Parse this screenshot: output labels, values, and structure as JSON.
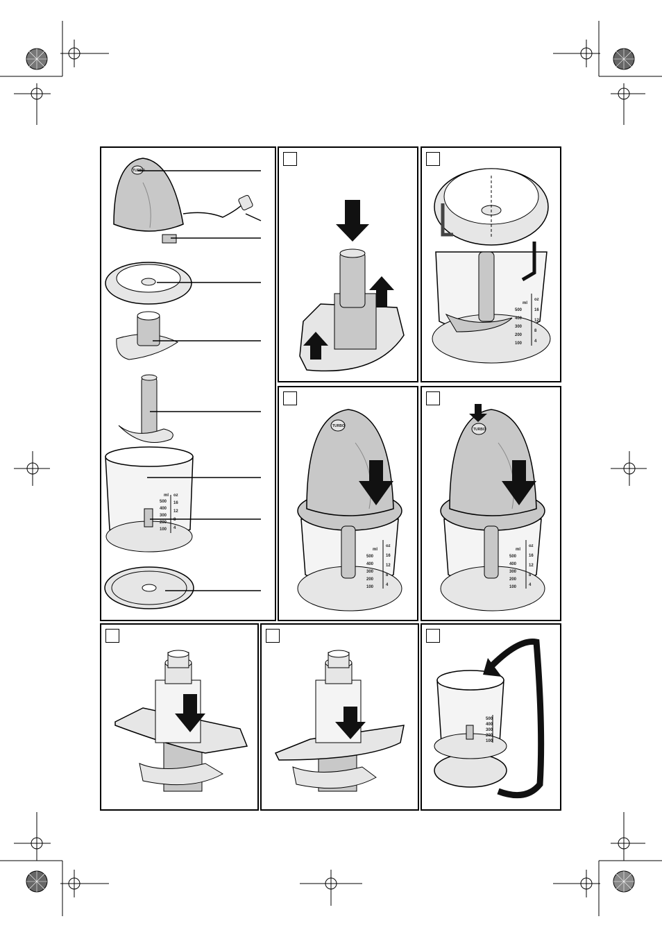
{
  "panels": [
    {
      "id": "parts",
      "label": ""
    },
    {
      "id": "step-1",
      "label": ""
    },
    {
      "id": "step-2",
      "label": ""
    },
    {
      "id": "step-3",
      "label": ""
    },
    {
      "id": "step-4",
      "label": ""
    },
    {
      "id": "step-5",
      "label": ""
    },
    {
      "id": "step-6",
      "label": ""
    },
    {
      "id": "step-7",
      "label": ""
    }
  ],
  "button_logo": "TURBO",
  "scale": {
    "unit_ml": "ml",
    "unit_oz": "oz",
    "ml_marks": [
      "500",
      "400",
      "300",
      "200",
      "100"
    ],
    "oz_marks": [
      "16",
      "12",
      "8",
      "4"
    ]
  },
  "colors": {
    "line": "#000000",
    "fill_gray": "#c8c8c8",
    "fill_light": "#e6e6e6",
    "arrow": "#111111"
  }
}
